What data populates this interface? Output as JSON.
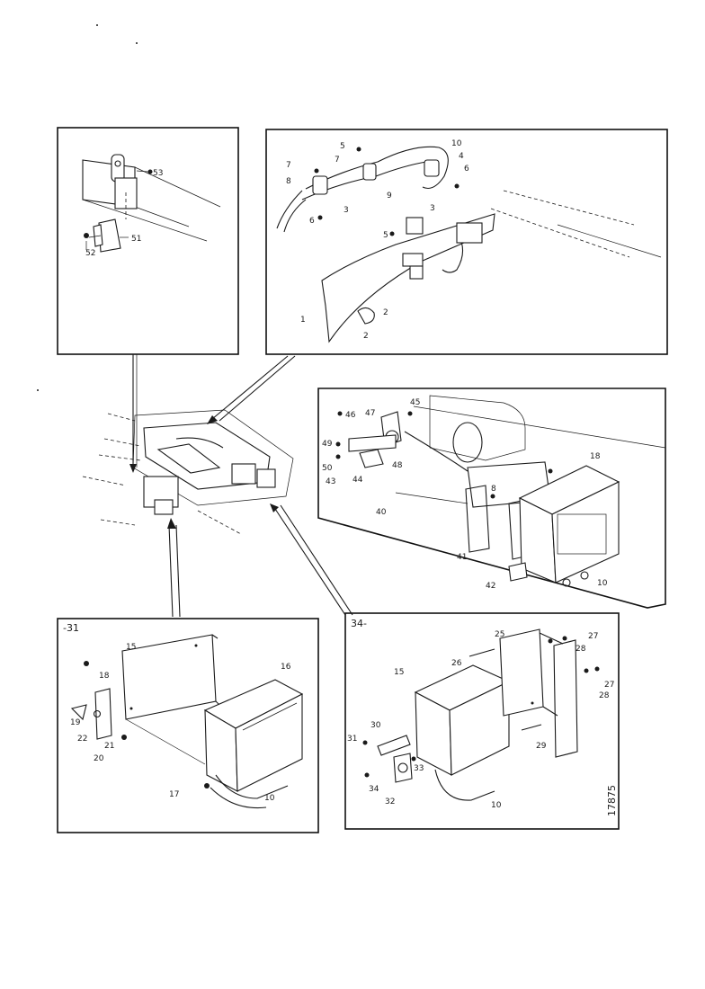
{
  "drawing_number": "17875",
  "panels": {
    "top_left": {
      "labels": [
        "53",
        "51",
        "52"
      ]
    },
    "top_right": {
      "labels": [
        "7",
        "5",
        "10",
        "4",
        "6",
        "7",
        "8",
        "9",
        "3",
        "6",
        "3",
        "1",
        "2",
        "2",
        "5"
      ]
    },
    "middle_right": {
      "labels": [
        "46",
        "47",
        "45",
        "49",
        "50",
        "43",
        "44",
        "48",
        "18",
        "8",
        "40",
        "41",
        "42",
        "10"
      ]
    },
    "bottom_left": {
      "marker": "-31",
      "labels": [
        "15",
        "16",
        "18",
        "19",
        "22",
        "21",
        "20",
        "17",
        "10"
      ]
    },
    "bottom_right": {
      "marker": "34-",
      "labels": [
        "25",
        "27",
        "26",
        "28",
        "15",
        "27",
        "28",
        "30",
        "31",
        "29",
        "33",
        "34",
        "32",
        "10"
      ]
    }
  }
}
